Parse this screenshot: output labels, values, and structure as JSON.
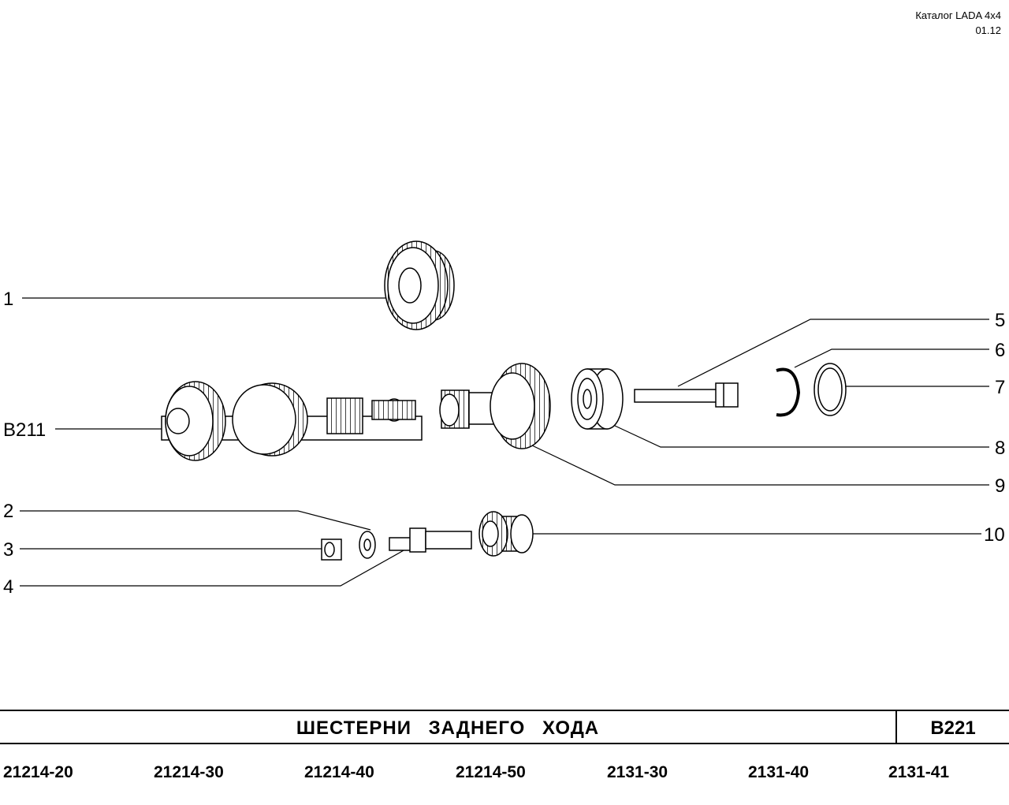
{
  "header": {
    "catalog": "Каталог  LADA  4x4",
    "date": "01.12"
  },
  "callouts": [
    {
      "id": "c1",
      "label": "1"
    },
    {
      "id": "c2",
      "label": "2"
    },
    {
      "id": "c3",
      "label": "3"
    },
    {
      "id": "c4",
      "label": "4"
    },
    {
      "id": "c5",
      "label": "5"
    },
    {
      "id": "c6",
      "label": "6"
    },
    {
      "id": "c7",
      "label": "7"
    },
    {
      "id": "c8",
      "label": "8"
    },
    {
      "id": "c9",
      "label": "9"
    },
    {
      "id": "c10",
      "label": "10"
    },
    {
      "id": "cb211",
      "label": "B211"
    }
  ],
  "footer": {
    "title": "ШЕСТЕРНИ   ЗАДНЕГО   ХОДА",
    "code": "B221"
  },
  "models": [
    "21214-20",
    "21214-30",
    "21214-40",
    "21214-50",
    "2131-30",
    "2131-40",
    "2131-41"
  ],
  "colors": {
    "ink": "#000000",
    "paper": "#ffffff"
  }
}
